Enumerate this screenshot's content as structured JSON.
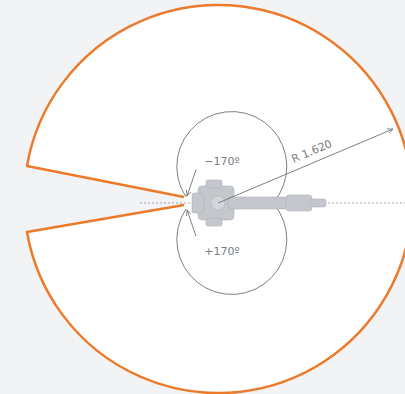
{
  "diagram": {
    "labels": [
      "−170º",
      "+170º",
      "R 1.620"
    ]
  }
}
